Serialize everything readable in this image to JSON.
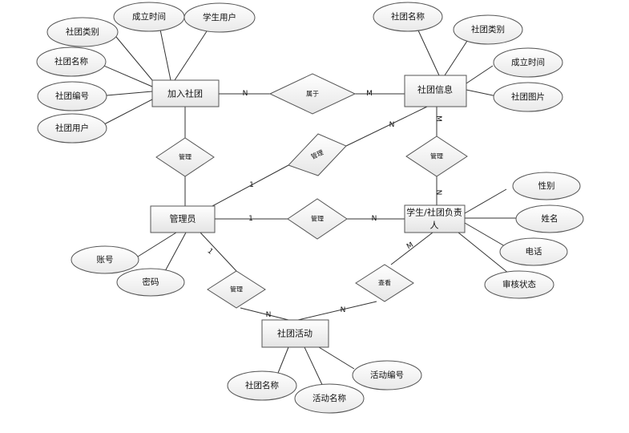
{
  "entities": {
    "join_club": "加入社团",
    "club_info": "社团信息",
    "admin": "管理员",
    "student": [
      "学生/社团负责",
      "人"
    ],
    "club_activity": "社团活动"
  },
  "attributes": {
    "join_club": {
      "club_type": "社团类别",
      "found_time": "成立时间",
      "student_user": "学生用户",
      "club_name": "社团名称",
      "club_no": "社团编号",
      "club_user": "社团用户"
    },
    "club_info": {
      "club_name": "社团名称",
      "club_type": "社团类别",
      "found_time": "成立时间",
      "club_image": "社团图片"
    },
    "student": {
      "gender": "性别",
      "name": "姓名",
      "phone": "电话",
      "audit_status": "审核状态"
    },
    "admin": {
      "account": "账号",
      "password": "密码"
    },
    "club_activity": {
      "club_name": "社团名称",
      "activity_name": "活动名称",
      "activity_no": "活动编号"
    }
  },
  "relationships": {
    "belongs_to": "属于",
    "manage_join": "管理",
    "manage_club": "管理",
    "manage_student": "管理",
    "manage_review": "管理",
    "manage_activity": "管理",
    "view_activity": "查看"
  },
  "cardinalities": {
    "join_belongs": "N",
    "belongs_club": "M",
    "club_admin": "N",
    "admin_club": "1",
    "club_manage": "M",
    "manage_student": "N",
    "admin_manage": "1",
    "manage_student2": "N",
    "admin_activity": "1",
    "activity_manage": "N",
    "activity_view": "N",
    "view_student": "M"
  }
}
